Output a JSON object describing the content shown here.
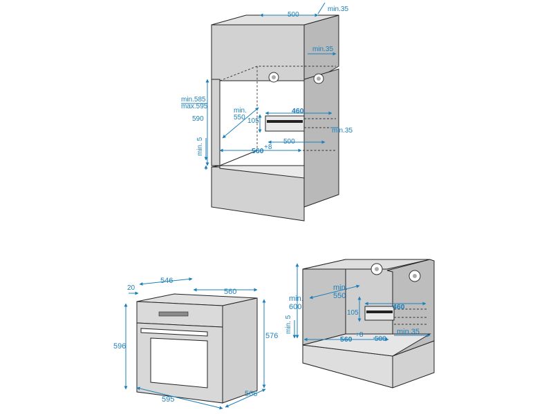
{
  "cabinet_top": {
    "top_width": "500",
    "top_gap": "min.35",
    "side_gap": "min.35",
    "height_range_min": "min.585",
    "height_range_max": "max.595",
    "height": "590",
    "depth_min": "min.",
    "depth_min_value": "550",
    "shelf_width": "460",
    "shelf_height": "105",
    "rear_gap": "min.35",
    "inner_depth": "500",
    "bottom_gap": "min. 5",
    "niche_width": "560",
    "niche_width_tol": "+8"
  },
  "oven": {
    "panel_depth": "20",
    "body_depth": "546",
    "top_width": "560",
    "height_front": "596",
    "height_side": "576",
    "front_width": "595",
    "side_depth": "566"
  },
  "cabinet_under": {
    "height_label": "min.",
    "height_value": "600",
    "depth_label": "min.",
    "depth_value": "550",
    "shelf_width": "460",
    "shelf_height": "105",
    "bottom_gap": "min. 5",
    "niche_width": "560",
    "niche_width_tol": "+8",
    "inner_depth": "500",
    "rear_gap": "min.35"
  },
  "colors": {
    "dimension": "#1d7fb8",
    "panel": "#d0d0d0",
    "panel_dark": "#b4b4b4",
    "outline": "#222222"
  }
}
